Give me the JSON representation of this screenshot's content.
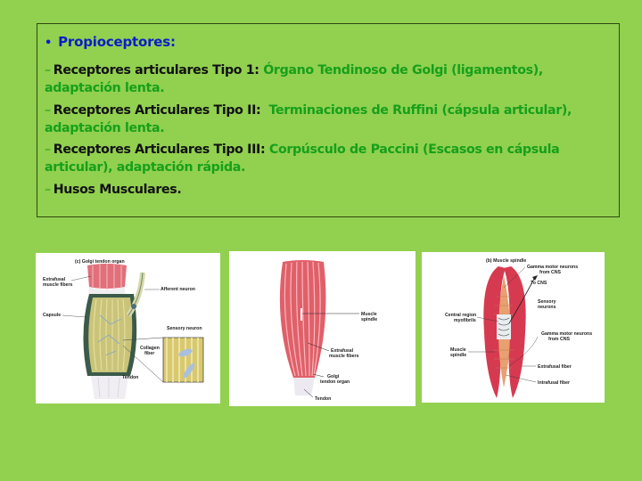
{
  "slide": {
    "background_color": "#92d050",
    "title": {
      "bullet": "•",
      "text": "Propioceptores:",
      "color": "#0a1ec8"
    },
    "items": [
      {
        "dash": "–",
        "label": "Receptores articulares Tipo 1:",
        "description": "Órgano Tendinoso de Golgi (ligamentos), adaptación lenta."
      },
      {
        "dash": "–",
        "label": "Receptores Articulares Tipo II:",
        "description": "Terminaciones de Ruffini (cápsula articular), adaptación lenta."
      },
      {
        "dash": "–",
        "label": "Receptores Articulares Tipo III:",
        "description": "Corpúsculo de Paccini (Escasos en cápsula articular), adaptación rápida."
      },
      {
        "dash": "–",
        "label": "Husos Musculares.",
        "description": ""
      }
    ],
    "label_color": "#111111",
    "description_color": "#16a01a"
  },
  "figures": [
    {
      "caption": "(c) Golgi tendon organ",
      "labels": {
        "extrafusal": [
          "Extrafusal",
          "muscle fibers"
        ],
        "afferent": "Afferent neuron",
        "capsule": "Capsule",
        "sensory": "Sensory neuron",
        "collagen": [
          "Collagen",
          "fiber"
        ],
        "tendon": "Tendon"
      }
    },
    {
      "caption": "",
      "labels": {
        "spindle": [
          "Muscle",
          "spindle"
        ],
        "extrafusal": [
          "Extrafusal",
          "muscle fibers"
        ],
        "golgi": [
          "Golgi",
          "tendon organ"
        ],
        "tendon": "Tendon"
      }
    },
    {
      "caption": "(b) Muscle spindle",
      "labels": {
        "gamma_top": [
          "Gamma motor neurons",
          "from CNS"
        ],
        "to_cns": "To CNS",
        "sensory": [
          "Sensory",
          "neurons"
        ],
        "central": [
          "Central region",
          "myofibrils"
        ],
        "gamma_bottom": [
          "Gamma motor neurons",
          "from CNS"
        ],
        "spindle": [
          "Muscle",
          "spindle"
        ],
        "extrafusal": "Extrafusal fiber",
        "intrafusal": "Intrafusal fiber"
      }
    }
  ]
}
